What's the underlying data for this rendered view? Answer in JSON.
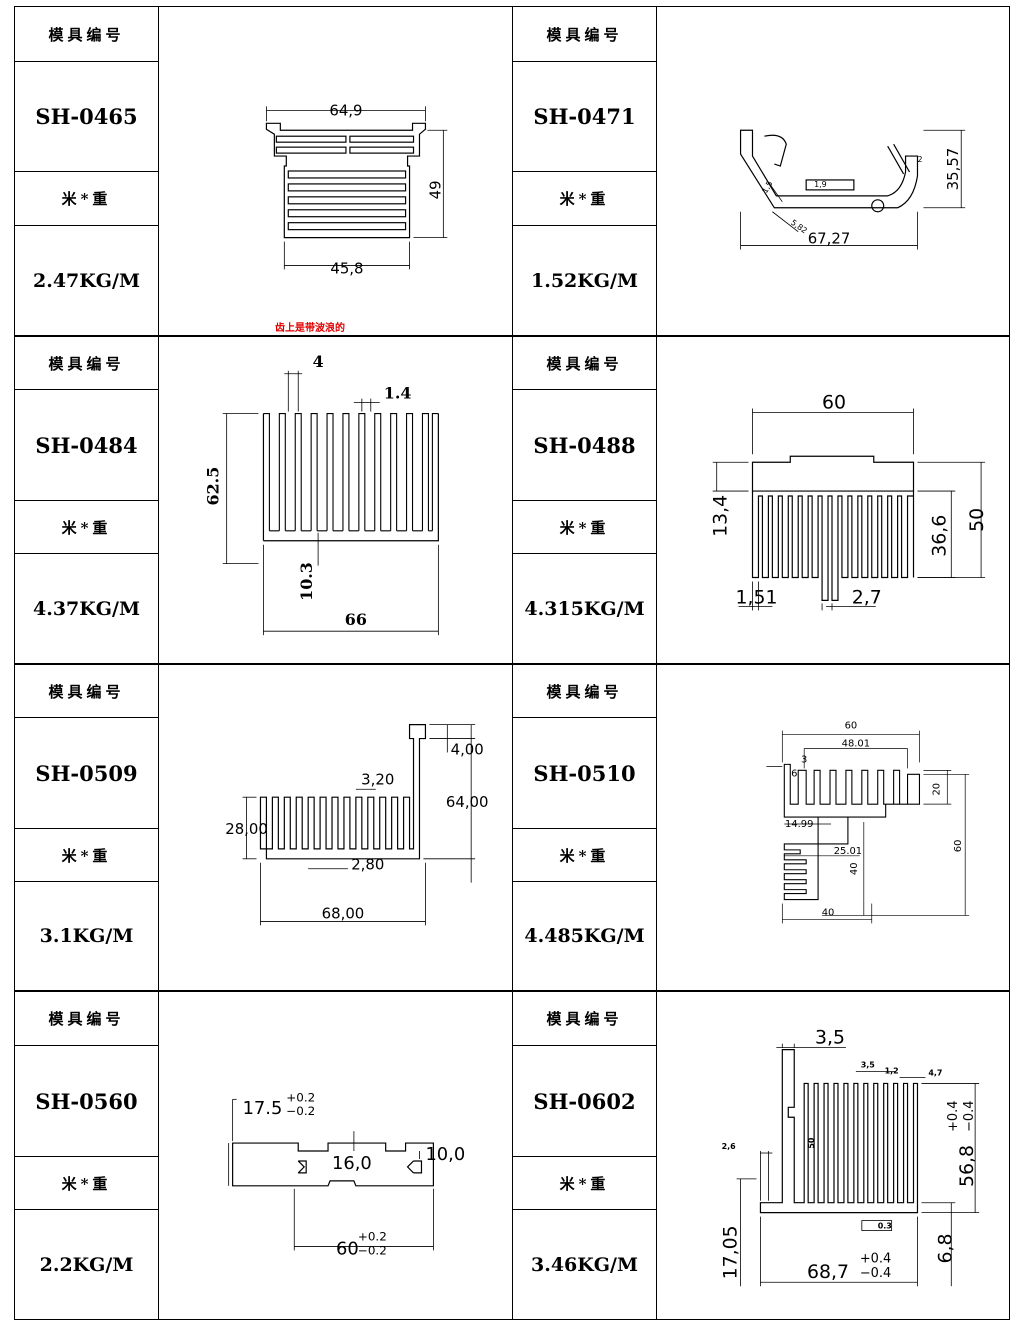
{
  "labels": {
    "mold_number": "模具编号",
    "weight_per_meter": "米*重"
  },
  "note": "齿上是带波浪的",
  "rows": [
    {
      "left": {
        "code": "SH-0465",
        "weight": "2.47KG/M"
      },
      "right": {
        "code": "SH-0471",
        "weight": "1.52KG/M"
      }
    },
    {
      "left": {
        "code": "SH-0484",
        "weight": "4.37KG/M"
      },
      "right": {
        "code": "SH-0488",
        "weight": "4.315KG/M"
      }
    },
    {
      "left": {
        "code": "SH-0509",
        "weight": "3.1KG/M"
      },
      "right": {
        "code": "SH-0510",
        "weight": "4.485KG/M"
      }
    },
    {
      "left": {
        "code": "SH-0560",
        "weight": "2.2KG/M"
      },
      "right": {
        "code": "SH-0602",
        "weight": "3.46KG/M"
      }
    }
  ],
  "dims": {
    "sh0465": {
      "top": "64,9",
      "height": "49",
      "bottom": "45,8"
    },
    "sh0471": {
      "height": "35,57",
      "width": "67,27",
      "a": "1,5",
      "b": "1,9",
      "c": "5,82",
      "d": "2"
    },
    "sh0484": {
      "base": "10.3",
      "height": "62.5",
      "width": "66",
      "fin_pitch": "4",
      "fin": "1.4"
    },
    "sh0488": {
      "top": "60",
      "base": "13,4",
      "fin_h": "36,6",
      "height": "50",
      "fin_w": "1,51",
      "gap": "2,7"
    },
    "sh0509": {
      "tab": "4,00",
      "height": "64,00",
      "fin_h": "28,00",
      "pitch": "3,20",
      "fin_w": "2,80",
      "width": "68,00"
    },
    "sh0510": {
      "width": "60",
      "inner": "48.01",
      "a": "3",
      "b": "6",
      "fin_h": "20",
      "c": "14.99",
      "d": "25.01",
      "e": "40",
      "height": "60",
      "bottom": "40"
    },
    "sh0560": {
      "h1_main": "17.5",
      "h1_plus": "+0.2",
      "h1_minus": "−0.2",
      "mid": "16,0",
      "right": "10,0",
      "w_main": "60",
      "w_plus": "+0.2",
      "w_minus": "−0.2"
    },
    "sh0602": {
      "tab": "3,5",
      "pitch": "3,5",
      "fin": "1,2",
      "gap": "4,7",
      "fin_h": "50",
      "side": "2,6",
      "h_main": "56,8",
      "h_plus": "+0.4",
      "h_minus": "−0.4",
      "base": "6,8",
      "tab_h": "17,05",
      "w_main": "68,7",
      "w_plus": "+0.4",
      "w_minus": "−0.4",
      "flat": "0.3"
    }
  }
}
